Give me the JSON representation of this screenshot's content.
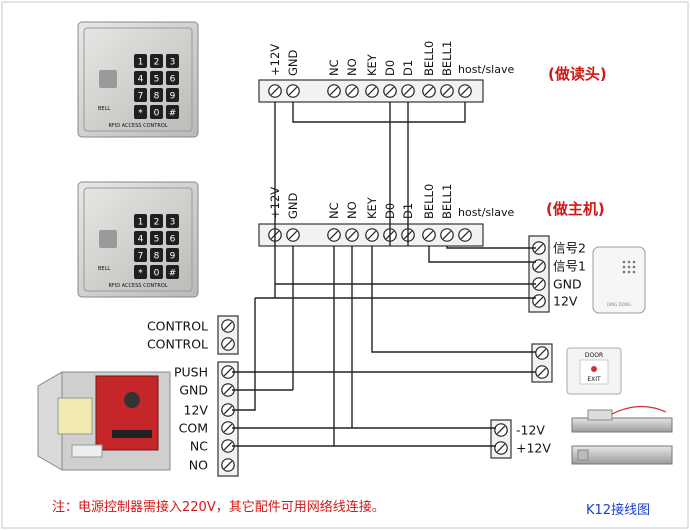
{
  "reader_unit": {
    "terminals": [
      "+12V",
      "GND",
      "NC",
      "NO",
      "KEY",
      "D0",
      "D1",
      "BELL0",
      "BELL1"
    ],
    "mode_label": "host/slave",
    "role_label": "(做读头)"
  },
  "controller_unit": {
    "terminals": [
      "+12V",
      "GND",
      "NC",
      "NO",
      "KEY",
      "D0",
      "D1",
      "BELL0",
      "BELL1"
    ],
    "mode_label": "host/slave",
    "role_label": "(做主机)"
  },
  "keypad": {
    "keys": [
      "1",
      "2",
      "3",
      "4",
      "5",
      "6",
      "7",
      "8",
      "9",
      "*",
      "0",
      "#"
    ],
    "brand_text": "RFID ACCESS CONTROL",
    "bell_text": "BELL"
  },
  "doorbell_terminals": [
    "信号2",
    "信号1",
    "GND",
    "12V"
  ],
  "doorbell_text": "DING DONG",
  "exit_button_text": [
    "DOOR",
    "EXIT"
  ],
  "power_control_terminals": [
    "CONTROL",
    "CONTROL"
  ],
  "power_supply_terminals": [
    "PUSH",
    "GND",
    "12V",
    "COM",
    "NC",
    "NO"
  ],
  "lock_terminals": [
    "-12V",
    "+12V"
  ],
  "footer": {
    "note": "注：电源控制器需接入220V，其它配件可用网络线连接。",
    "figure_label": "K12接线图"
  },
  "colors": {
    "role_label": "#d01818",
    "figure_label": "#1a3fc9",
    "wire": "#222222"
  }
}
